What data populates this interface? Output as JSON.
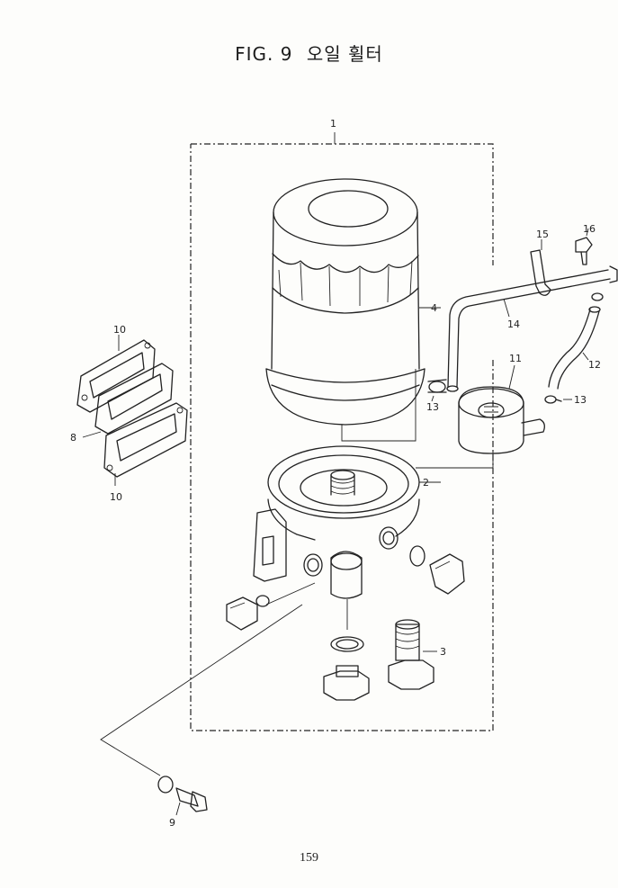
{
  "figure": {
    "title_fig": "FIG. 9",
    "title_korean": "오일 휠터",
    "page_number": "159"
  },
  "callouts": [
    {
      "id": "1",
      "label": "1"
    },
    {
      "id": "2",
      "label": "2"
    },
    {
      "id": "3",
      "label": "3"
    },
    {
      "id": "4",
      "label": "4"
    },
    {
      "id": "8",
      "label": "8"
    },
    {
      "id": "9",
      "label": "9"
    },
    {
      "id": "10a",
      "label": "10"
    },
    {
      "id": "10b",
      "label": "10"
    },
    {
      "id": "11",
      "label": "11"
    },
    {
      "id": "12",
      "label": "12"
    },
    {
      "id": "13a",
      "label": "13"
    },
    {
      "id": "13b",
      "label": "13"
    },
    {
      "id": "14",
      "label": "14"
    },
    {
      "id": "15",
      "label": "15"
    },
    {
      "id": "16",
      "label": "16"
    }
  ]
}
